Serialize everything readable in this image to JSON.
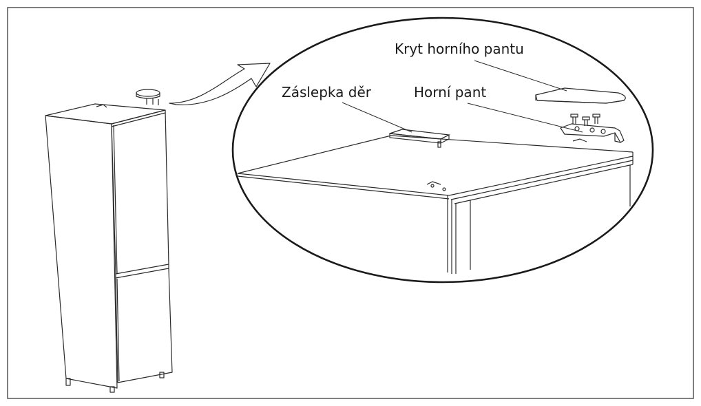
{
  "labels": {
    "hinge_cover": "Kryt horního pantu",
    "hole_plug": "Záslepka děr",
    "top_hinge": "Horní pant"
  },
  "colors": {
    "line": "#2a2a2a",
    "frame": "#555555",
    "background": "#ffffff"
  }
}
